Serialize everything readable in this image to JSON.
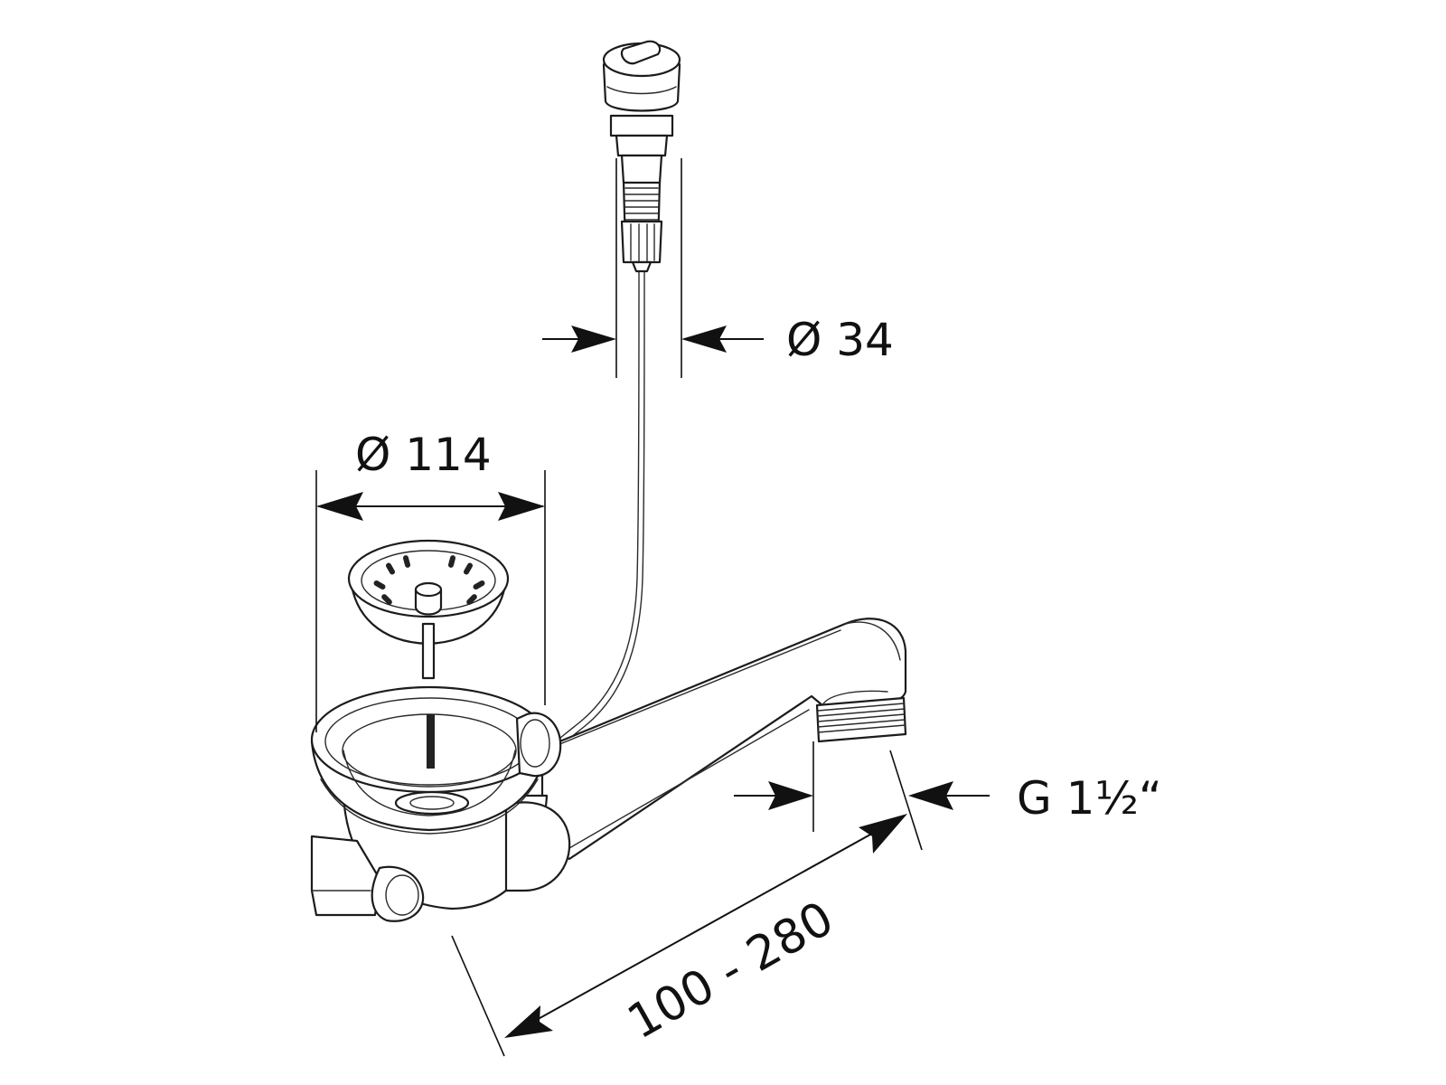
{
  "dimensions": {
    "overflow_diameter": "Ø 34",
    "strainer_diameter": "Ø 114",
    "thread_size": "G 1½“",
    "pipe_length": "100 - 280"
  }
}
